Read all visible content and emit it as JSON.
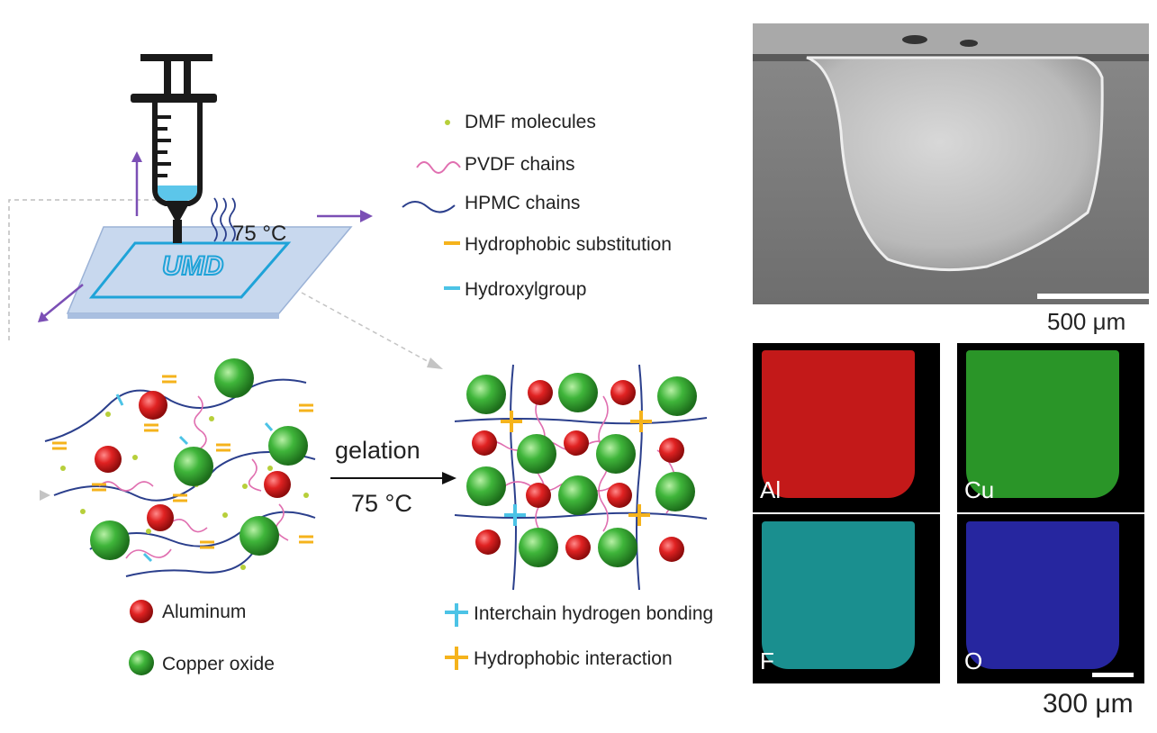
{
  "print": {
    "temp_label": "75 °C",
    "logo_text": "UMD"
  },
  "legend_top": {
    "dmf": "DMF molecules",
    "pvdf": "PVDF chains",
    "hpmc": "HPMC chains",
    "hydrophobic": "Hydrophobic substitution",
    "hydroxyl": "Hydroxylgroup"
  },
  "process": {
    "gelation": "gelation",
    "temp": "75 °C"
  },
  "legend_particles": {
    "al": "Aluminum",
    "cuo": "Copper oxide"
  },
  "legend_bonds": {
    "hbond": "Interchain hydrogen bonding",
    "hydrophobic": "Hydrophobic interaction"
  },
  "sem": {
    "scale": "500 μm"
  },
  "eds": {
    "al": "Al",
    "cu": "Cu",
    "f": "F",
    "o": "O",
    "scale": "300 μm"
  },
  "colors": {
    "arrow": "#7b4fb5",
    "pvdf": "#e06fb0",
    "hpmc": "#2b3f8c",
    "hydrophobic": "#f5b31c",
    "hydroxyl": "#4cc3e6",
    "al": "#d41f1f",
    "cuo": "#3aaa35",
    "eds_al": "#d81c1c",
    "eds_cu": "#2fa52c",
    "eds_f": "#1fa8a8",
    "eds_o": "#2a2ab0"
  }
}
